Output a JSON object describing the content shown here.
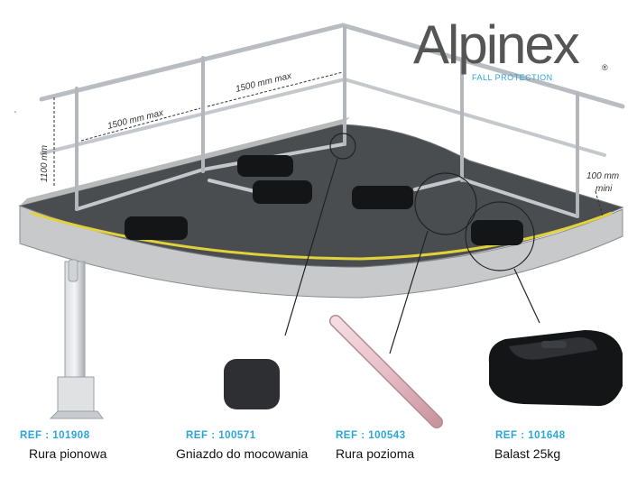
{
  "logo": {
    "word": "Alpinex",
    "tagline": "FALL PROTECTION",
    "registered": "®"
  },
  "dimensions": {
    "height": "1100 mm",
    "span_left": "1500 mm max",
    "span_right": "1500 mm max",
    "edge_offset_value": "100 mm",
    "edge_offset_note": "mini"
  },
  "colors": {
    "accent": "#2aa6d8",
    "safety_line": "#e2d23a",
    "roof": "#4a4d50",
    "rail": "#c9cdd2"
  },
  "products": [
    {
      "ref": "REF : 101908",
      "name": "Rura pionowa"
    },
    {
      "ref": "REF : 100571",
      "name": "Gniazdo do mocowania"
    },
    {
      "ref": "REF : 100543",
      "name": "Rura pozioma"
    },
    {
      "ref": "REF : 101648",
      "name": "Balast 25kg"
    }
  ]
}
